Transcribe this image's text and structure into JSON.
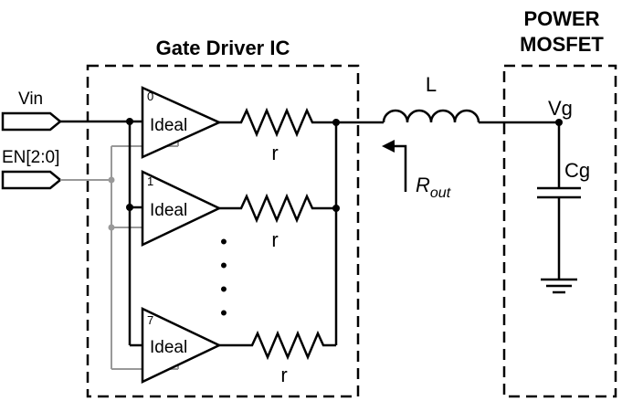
{
  "labels": {
    "gate_driver_title": "Gate Driver IC",
    "power_title_line1": "POWER",
    "power_title_line2": "MOSFET",
    "vin": "Vin",
    "en": "EN[2:0]",
    "inductor": "L",
    "vg": "Vg",
    "cg": "Cg",
    "rout_main": "R",
    "rout_sub": "out",
    "resistor": "r",
    "ellipsis_dot": "•"
  },
  "buffers": [
    {
      "index": "0",
      "label": "Ideal"
    },
    {
      "index": "1",
      "label": "Ideal"
    },
    {
      "index": "7",
      "label": "Ideal"
    }
  ],
  "colors": {
    "wire": "#000000",
    "enable_wire": "#999999",
    "background": "#ffffff"
  }
}
